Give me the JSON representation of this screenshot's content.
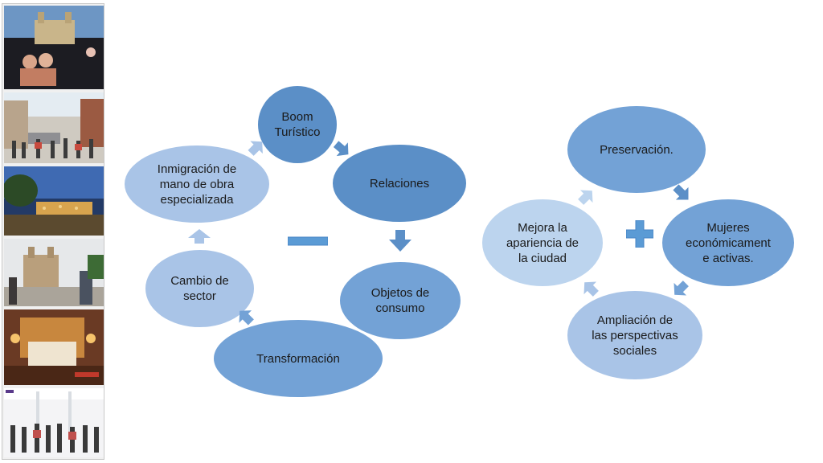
{
  "photos": [
    {
      "icon": "plaza-church-photo"
    },
    {
      "icon": "street-crowd-photo"
    },
    {
      "icon": "night-terrace-photo"
    },
    {
      "icon": "church-tourists-photo"
    },
    {
      "icon": "hotel-room-photo"
    },
    {
      "icon": "shopping-crowd-photo"
    }
  ],
  "left_cycle": {
    "sign": "minus",
    "nodes": {
      "boom": "Boom\nTurístico",
      "relaciones": "Relaciones",
      "objetos": "Objetos de\nconsumo",
      "transformacion": "Transformación",
      "cambio": "Cambio de\nsector",
      "inmigracion": "Inmigración de\nmano de obra\nespecializada"
    }
  },
  "right_cycle": {
    "sign": "plus",
    "nodes": {
      "preservacion": "Preservación.",
      "mujeres": "Mujeres\neconómicament\ne activas.",
      "ampliacion": "Ampliación de\nlas perspectivas\nsociales",
      "mejora": "Mejora la\napariencia de\nla ciudad"
    }
  },
  "colors": {
    "dark": "#5b8fc7",
    "mid": "#73a2d6",
    "light": "#a9c4e7",
    "pale": "#bcd4ee",
    "sign": "#5b9bd5"
  }
}
